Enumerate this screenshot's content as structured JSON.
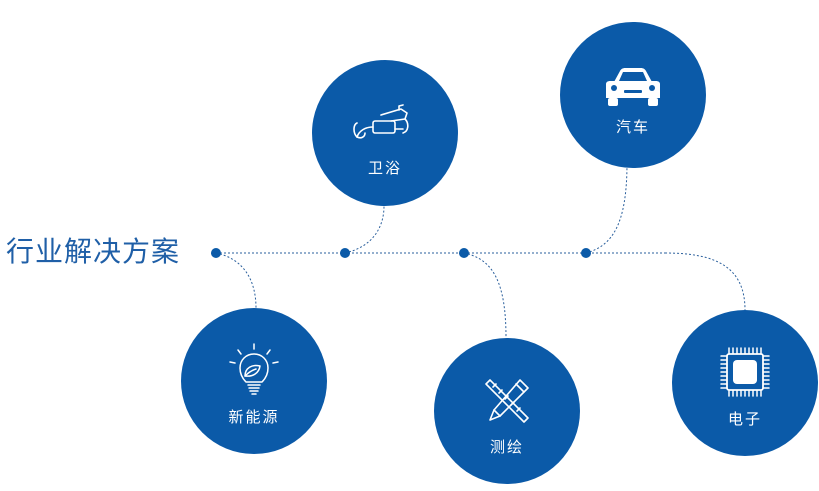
{
  "title": "行业解决方案",
  "colors": {
    "primary": "#0b5aa8",
    "title": "#1f5fa7",
    "line": "#2a5f9c"
  },
  "industries": [
    {
      "label": "卫浴",
      "icon": "faucet-icon"
    },
    {
      "label": "汽车",
      "icon": "car-icon"
    },
    {
      "label": "新能源",
      "icon": "lightbulb-leaf-icon"
    },
    {
      "label": "测绘",
      "icon": "ruler-pencil-icon"
    },
    {
      "label": "电子",
      "icon": "chip-icon"
    }
  ]
}
